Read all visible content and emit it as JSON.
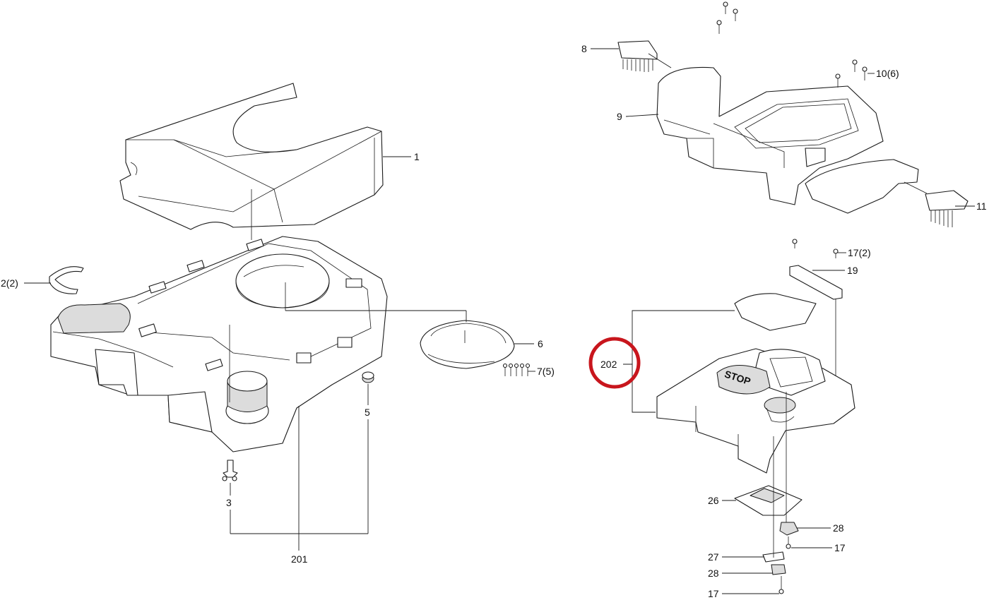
{
  "diagram": {
    "labels": {
      "p1": "1",
      "p2": "2(2)",
      "p3": "3",
      "p5": "5",
      "p6": "6",
      "p7": "7(5)",
      "p201": "201",
      "p8": "8",
      "p9": "9",
      "p10": "10(6)",
      "p11": "11",
      "p17a": "17(2)",
      "p19": "19",
      "p202": "202",
      "p26": "26",
      "p28a": "28",
      "p17b": "17",
      "p27": "27",
      "p28b": "28",
      "p17c": "17"
    },
    "stop_text": "STOP",
    "highlight_color": "#c8161d"
  }
}
